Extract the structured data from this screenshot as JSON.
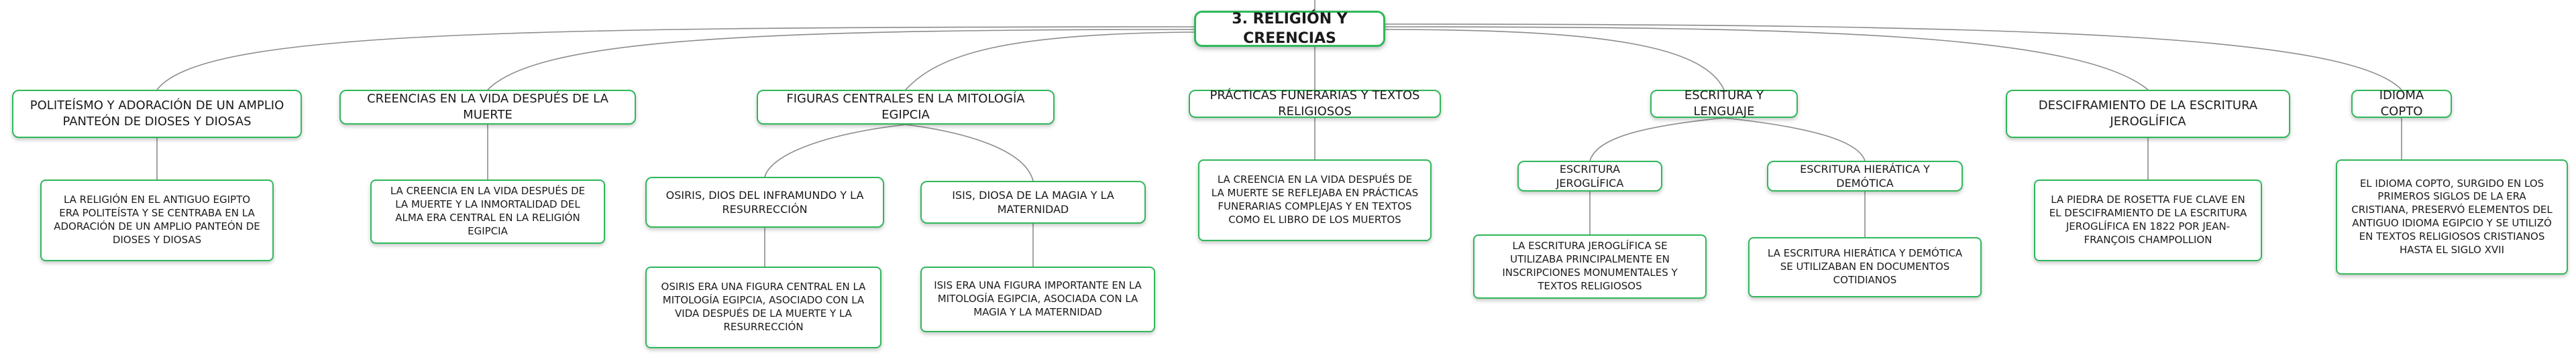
{
  "root": "3. RELIGIÓN Y CREENCIAS",
  "branches": {
    "politeismo": {
      "title": "POLITEÍSMO Y ADORACIÓN DE UN AMPLIO PANTEÓN DE DIOSES Y DIOSAS",
      "detail": "LA RELIGIÓN EN EL ANTIGUO EGIPTO ERA POLITEÍSTA Y SE CENTRABA EN LA ADORACIÓN DE UN AMPLIO PANTEÓN DE DIOSES Y DIOSAS"
    },
    "vida_despues": {
      "title": "CREENCIAS EN LA VIDA DESPUÉS DE LA MUERTE",
      "detail": "LA CREENCIA EN LA VIDA DESPUÉS DE LA MUERTE Y LA INMORTALIDAD DEL ALMA ERA CENTRAL EN LA RELIGIÓN EGIPCIA"
    },
    "figuras": {
      "title": "FIGURAS CENTRALES EN LA MITOLOGÍA EGIPCIA",
      "osiris": {
        "title": "OSIRIS, DIOS DEL INFRAMUNDO Y LA RESURRECCIÓN",
        "detail": "OSIRIS ERA UNA FIGURA CENTRAL EN LA MITOLOGÍA EGIPCIA, ASOCIADO CON LA VIDA DESPUÉS DE LA MUERTE Y LA RESURRECCIÓN"
      },
      "isis": {
        "title": "ISIS, DIOSA DE LA MAGIA Y LA MATERNIDAD",
        "detail": "ISIS ERA UNA FIGURA IMPORTANTE EN LA MITOLOGÍA EGIPCIA, ASOCIADA CON LA MAGIA Y LA MATERNIDAD"
      }
    },
    "funerarias": {
      "title": "PRÁCTICAS FUNERARIAS Y TEXTOS RELIGIOSOS",
      "detail": "LA CREENCIA EN LA VIDA DESPUÉS DE LA MUERTE SE REFLEJABA EN PRÁCTICAS FUNERARIAS COMPLEJAS Y EN TEXTOS COMO EL LIBRO DE LOS MUERTOS"
    },
    "escritura": {
      "title": "ESCRITURA Y LENGUAJE",
      "jeroglifica": {
        "title": "ESCRITURA JEROGLÍFICA",
        "detail": "LA ESCRITURA JEROGLÍFICA SE UTILIZABA PRINCIPALMENTE EN INSCRIPCIONES MONUMENTALES Y TEXTOS RELIGIOSOS"
      },
      "hieratica": {
        "title": "ESCRITURA HIERÁTICA Y DEMÓTICA",
        "detail": "LA ESCRITURA HIERÁTICA Y DEMÓTICA SE UTILIZABAN EN DOCUMENTOS COTIDIANOS"
      }
    },
    "desciframiento": {
      "title": "DESCIFRAMIENTO DE LA ESCRITURA JEROGLÍFICA",
      "detail": "LA PIEDRA DE ROSETTA FUE CLAVE EN EL DESCIFRAMIENTO DE LA ESCRITURA JEROGLÍFICA EN 1822 POR JEAN-FRANÇOIS CHAMPOLLION"
    },
    "copto": {
      "title": "IDIOMA COPTO",
      "detail": "EL IDIOMA COPTO, SURGIDO EN LOS PRIMEROS SIGLOS DE LA ERA CRISTIANA, PRESERVÓ ELEMENTOS DEL ANTIGUO IDIOMA EGIPCIO Y SE UTILIZÓ EN TEXTOS RELIGIOSOS CRISTIANOS HASTA EL SIGLO XVII"
    }
  },
  "colors": {
    "accent": "#2fb85a",
    "line": "#8c8c8c",
    "background": "#ffffff"
  }
}
